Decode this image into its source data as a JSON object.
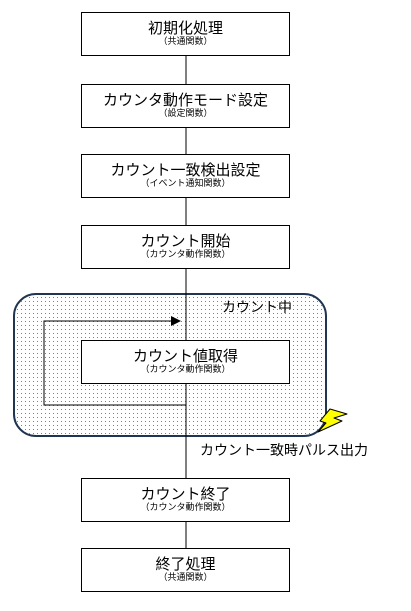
{
  "steps": [
    {
      "title": "初期化処理",
      "sub": "（共通関数）"
    },
    {
      "title": "カウンタ動作モード設定",
      "sub": "（設定関数）"
    },
    {
      "title": "カウント一致検出設定",
      "sub": "（イベント通知関数）"
    },
    {
      "title": "カウント開始",
      "sub": "（カウンタ動作関数）"
    },
    {
      "title": "カウント値取得",
      "sub": "（カウンタ動作関数）"
    },
    {
      "title": "カウント終了",
      "sub": "（カウンタ動作関数）"
    },
    {
      "title": "終了処理",
      "sub": "（共通関数）"
    }
  ],
  "loop_label": "カウント中",
  "event_label": "カウント一致時パルス出力",
  "colors": {
    "line": "#000000",
    "loop_border": "#1f3552",
    "dots": "#7f7f7f",
    "lightning_fill": "#ffff00"
  },
  "icons": {
    "event": "lightning-icon"
  }
}
